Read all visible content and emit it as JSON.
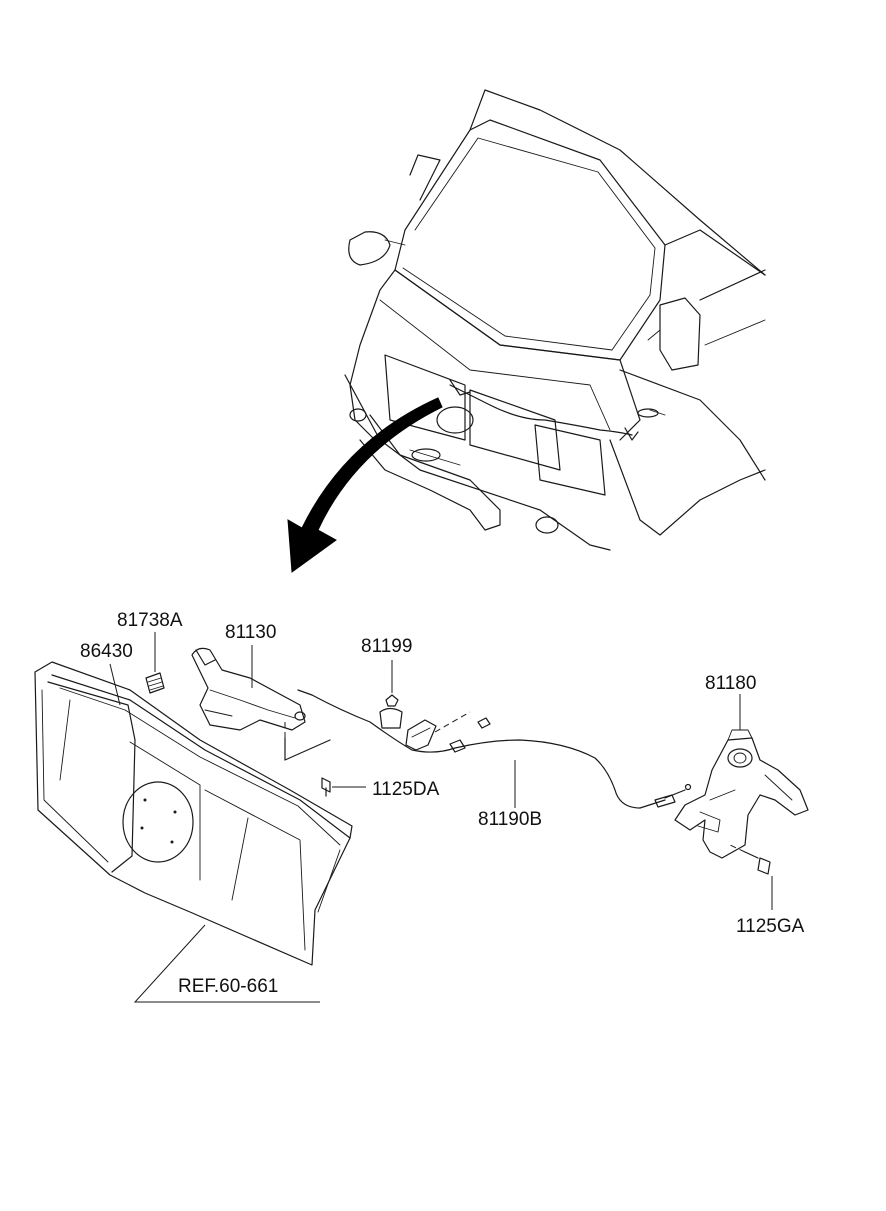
{
  "labels": {
    "p81738A": "81738A",
    "p86430": "86430",
    "p81130": "81130",
    "p81199": "81199",
    "p81180": "81180",
    "p1125DA": "1125DA",
    "p81190B": "81190B",
    "p1125GA": "1125GA",
    "ref": "REF.60-661"
  },
  "colors": {
    "line": "#1a1a1a",
    "arrow": "#000000",
    "background": "#ffffff"
  }
}
